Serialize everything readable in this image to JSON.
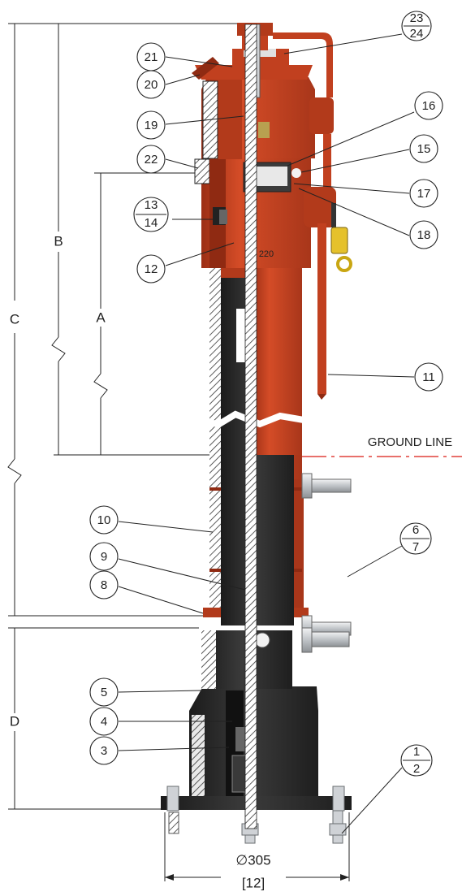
{
  "balloons": [
    {
      "id": "b23-24",
      "top": "23",
      "bottom": "24"
    },
    {
      "id": "b21",
      "label": "21"
    },
    {
      "id": "b20",
      "label": "20"
    },
    {
      "id": "b19",
      "label": "19"
    },
    {
      "id": "b16",
      "label": "16"
    },
    {
      "id": "b15",
      "label": "15"
    },
    {
      "id": "b22",
      "label": "22"
    },
    {
      "id": "b17",
      "label": "17"
    },
    {
      "id": "b13-14",
      "top": "13",
      "bottom": "14"
    },
    {
      "id": "b18",
      "label": "18"
    },
    {
      "id": "b12",
      "label": "12"
    },
    {
      "id": "b11",
      "label": "11"
    },
    {
      "id": "b10",
      "label": "10"
    },
    {
      "id": "b6-7",
      "top": "6",
      "bottom": "7"
    },
    {
      "id": "b9",
      "label": "9"
    },
    {
      "id": "b8",
      "label": "8"
    },
    {
      "id": "b5",
      "label": "5"
    },
    {
      "id": "b4",
      "label": "4"
    },
    {
      "id": "b3",
      "label": "3"
    },
    {
      "id": "b1-2",
      "top": "1",
      "bottom": "2"
    }
  ],
  "dimensions": {
    "a": "A",
    "b": "B",
    "c": "C",
    "d": "D",
    "diameter": "∅305",
    "diameter_in": "[12]"
  },
  "ground_line": "GROUND LINE",
  "body_marking": "220",
  "colors": {
    "body_red": "#c1401f",
    "dark_red": "#8f2a12",
    "casting_black": "#222222",
    "ground_line": "#e0403a"
  }
}
